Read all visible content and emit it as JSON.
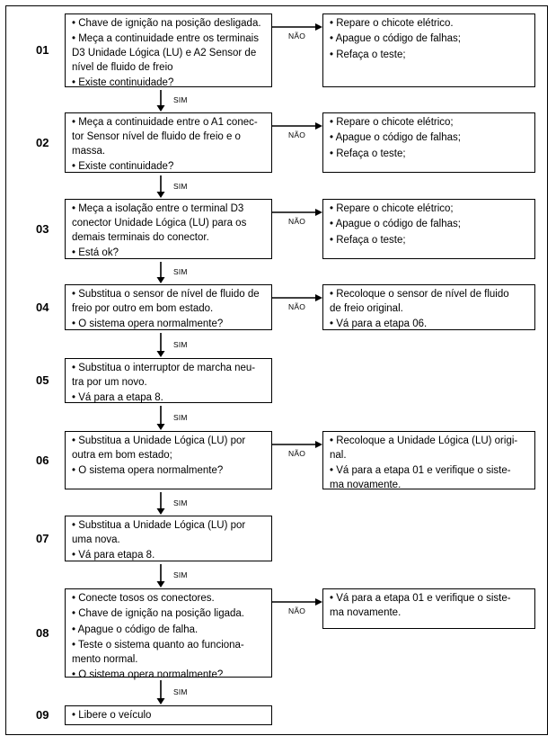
{
  "labels": {
    "no": "NÃO",
    "yes": "SIM"
  },
  "steps": [
    {
      "num": "01",
      "items": [
        [
          "• Chave de ignição na posição desligada."
        ],
        [
          "• Meça a continuidade entre os terminais",
          "D3 Unidade Lógica (LU) e A2 Sensor de",
          "nível de fluido de freio"
        ],
        [
          "• Existe continuidade?"
        ]
      ],
      "no_items": [
        [
          "• Repare o chicote elétrico."
        ],
        [
          "• Apague o código de falhas;"
        ],
        [
          "• Refaça o teste;"
        ]
      ]
    },
    {
      "num": "02",
      "items": [
        [
          "• Meça a continuidade entre o A1 conec-",
          "tor Sensor nível de fluido de freio e o",
          "massa."
        ],
        [
          "• Existe continuidade?"
        ]
      ],
      "no_items": [
        [
          "• Repare o chicote elétrico;"
        ],
        [
          "• Apague o código de falhas;"
        ],
        [
          "• Refaça o teste;"
        ]
      ]
    },
    {
      "num": "03",
      "items": [
        [
          "• Meça a isolação entre o terminal D3",
          "conector Unidade Lógica (LU) para os",
          "demais terminais do conector."
        ],
        [
          "• Está ok?"
        ]
      ],
      "no_items": [
        [
          "• Repare o chicote elétrico;"
        ],
        [
          "• Apague o código de falhas;"
        ],
        [
          "• Refaça o teste;"
        ]
      ]
    },
    {
      "num": "04",
      "items": [
        [
          "• Substitua o sensor de nível de fluido de",
          "freio por outro em bom estado."
        ],
        [
          "• O sistema opera normalmente?"
        ]
      ],
      "no_items": [
        [
          "• Recoloque o sensor de nível de fluido",
          "de freio original."
        ],
        [
          "• Vá para a etapa 06."
        ]
      ]
    },
    {
      "num": "05",
      "items": [
        [
          "• Substitua o interruptor de marcha neu-",
          "tra por um novo."
        ],
        [
          "• Vá para a etapa 8."
        ]
      ],
      "no_items": []
    },
    {
      "num": "06",
      "items": [
        [
          "• Substitua a Unidade Lógica (LU) por",
          "outra em bom estado;"
        ],
        [
          "• O sistema opera normalmente?"
        ]
      ],
      "no_items": [
        [
          "• Recoloque a Unidade Lógica (LU) origi-",
          "nal."
        ],
        [
          "• Vá para a etapa 01 e verifique o siste-",
          "ma novamente."
        ]
      ]
    },
    {
      "num": "07",
      "items": [
        [
          "• Substitua a Unidade Lógica (LU) por",
          "uma nova."
        ],
        [
          "• Vá para etapa 8."
        ]
      ],
      "no_items": []
    },
    {
      "num": "08",
      "items": [
        [
          "• Conecte tosos os conectores."
        ],
        [
          "• Chave de ignição na posição ligada."
        ],
        [
          "• Apague o código de falha."
        ],
        [
          "• Teste o sistema quanto ao funciona-",
          "mento normal."
        ],
        [
          "• O sistema opera normalmente?"
        ]
      ],
      "no_items": [
        [
          "• Vá para a etapa 01 e verifique o siste-",
          "ma novamente."
        ]
      ]
    },
    {
      "num": "09",
      "items": [
        [
          "• Libere o veículo"
        ]
      ],
      "no_items": []
    }
  ]
}
